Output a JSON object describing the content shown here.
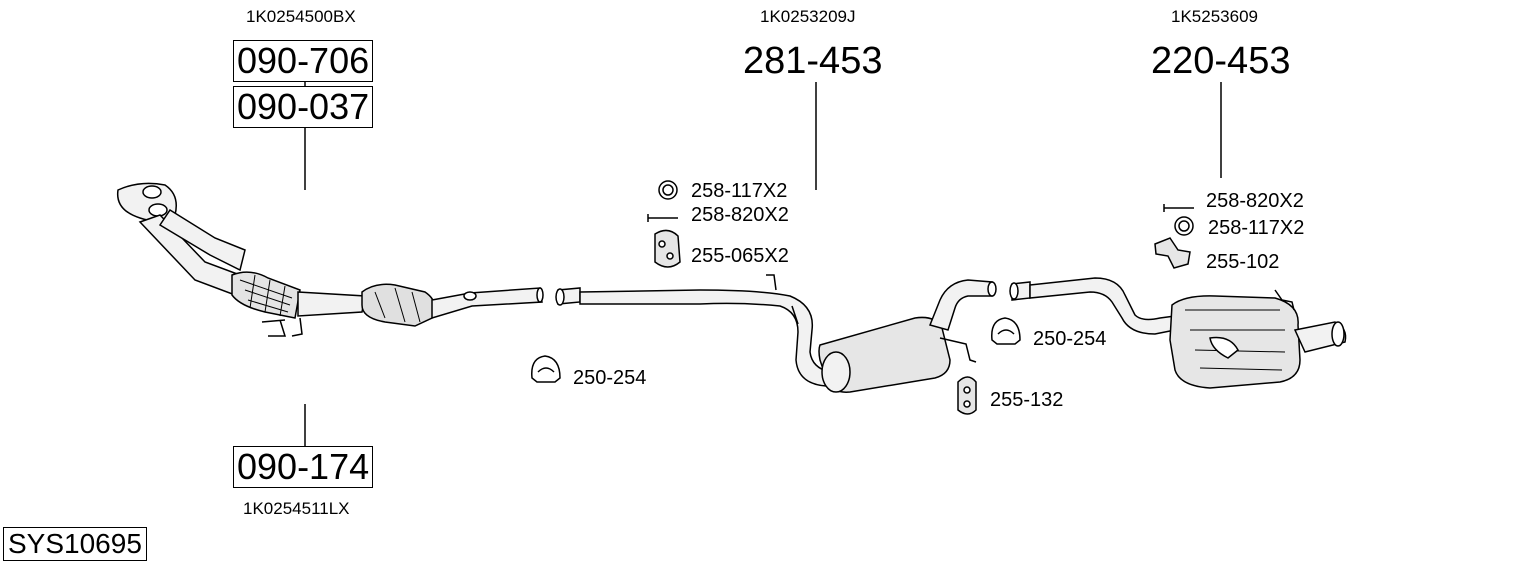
{
  "system_code": "SYS10695",
  "groups": {
    "front_pipe": {
      "oe_top": "1K0254500BX",
      "part_a": "090-706",
      "part_b": "090-037",
      "part_bottom": "090-174",
      "oe_bottom": "1K0254511LX"
    },
    "middle": {
      "oe": "1K0253209J",
      "part": "281-453"
    },
    "rear": {
      "oe": "1K5253609",
      "part": "220-453"
    }
  },
  "accessories": {
    "middle": [
      "258-117X2",
      "258-820X2",
      "255-065X2"
    ],
    "rear": [
      "258-820X2",
      "258-117X2",
      "255-102"
    ],
    "clamp_front": "250-254",
    "clamp_rear": "250-254",
    "hanger_middle": "255-132"
  },
  "colors": {
    "stroke": "#000000",
    "fill": "#f2f2f2",
    "shade": "#bdbdbd"
  }
}
